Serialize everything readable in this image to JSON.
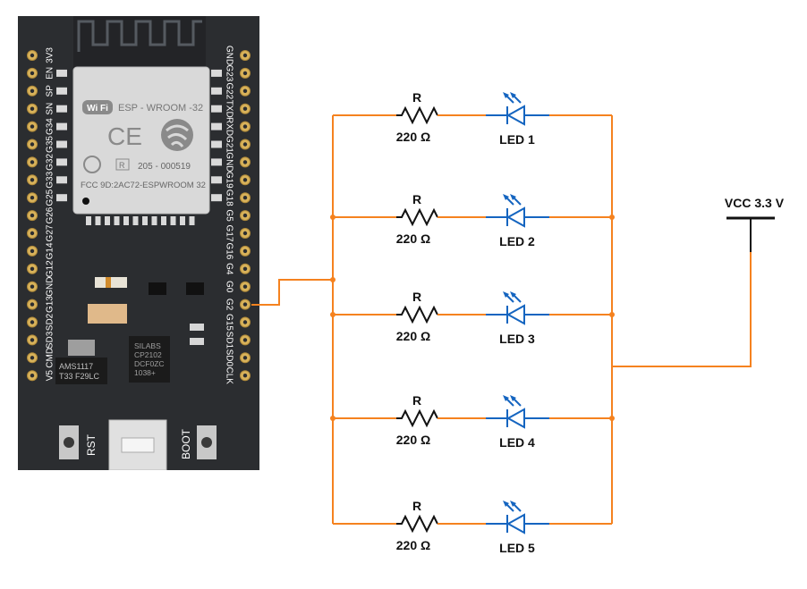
{
  "board": {
    "module_name": "ESP - WROOM -32",
    "wifi_badge": "Wi Fi",
    "ce_mark": "CE",
    "r_mark": "R",
    "cert_number": "205 - 000519",
    "fcc_id": "FCC 9D:2AC72-ESPWROOM 32",
    "ams_label_1": "AMS1117",
    "ams_label_2": "T33 F29LC",
    "usb_chip_lines": [
      "SILABS",
      "CP2102",
      "DCF0ZC",
      "1038+"
    ],
    "rst_label": "RST",
    "boot_label": "BOOT",
    "left_pins": [
      "3V3",
      "EN",
      "SP",
      "SN",
      "G34",
      "G35",
      "G32",
      "G33",
      "G25",
      "G26",
      "G27",
      "G14",
      "G12",
      "GND",
      "G13",
      "SD2",
      "SD3",
      "CMD",
      "V5"
    ],
    "right_pins": [
      "GND",
      "G23",
      "G22",
      "TXD",
      "RXD",
      "G21",
      "GND",
      "G19",
      "G18",
      "G5",
      "G17",
      "G16",
      "G4",
      "G0",
      "G2",
      "G15",
      "SD1",
      "SD0",
      "CLK"
    ]
  },
  "circuit": {
    "wire_color": "#f5821f",
    "led_color": "#1565c0",
    "vcc_label": "VCC 3.3 V",
    "branches": [
      {
        "r_label": "R",
        "r_value": "220 Ω",
        "led_label": "LED 1"
      },
      {
        "r_label": "R",
        "r_value": "220 Ω",
        "led_label": "LED 2"
      },
      {
        "r_label": "R",
        "r_value": "220 Ω",
        "led_label": "LED 3"
      },
      {
        "r_label": "R",
        "r_value": "220 Ω",
        "led_label": "LED 4"
      },
      {
        "r_label": "R",
        "r_value": "220 Ω",
        "led_label": "LED 5"
      }
    ]
  }
}
